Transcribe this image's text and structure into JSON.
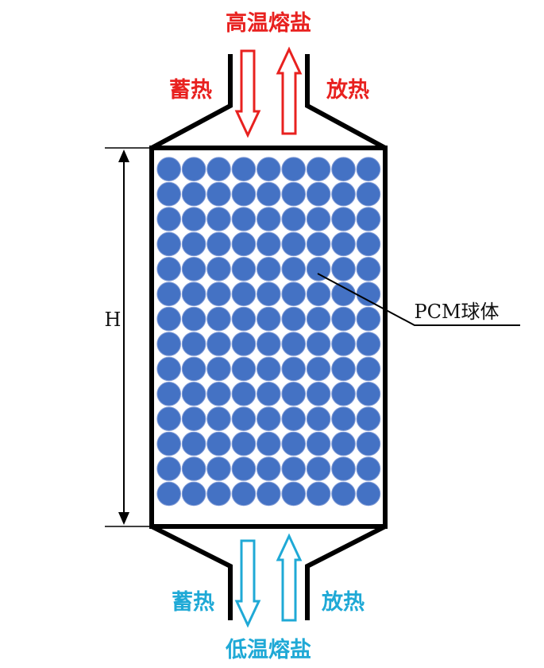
{
  "labels": {
    "top_fluid": "高温熔盐",
    "bottom_fluid": "低温熔盐",
    "top_left": "蓄热",
    "top_right": "放热",
    "bottom_left": "蓄热",
    "bottom_right": "放热",
    "height": "H",
    "sphere_callout": "PCM球体"
  },
  "spheres": {
    "columns": 9,
    "rows": 14
  },
  "colors": {
    "hot": "#e8211f",
    "cold": "#1fa9d6",
    "sphere_fill": "#4472c4",
    "sphere_stroke": "#7f9ad6",
    "outline": "#000000"
  }
}
